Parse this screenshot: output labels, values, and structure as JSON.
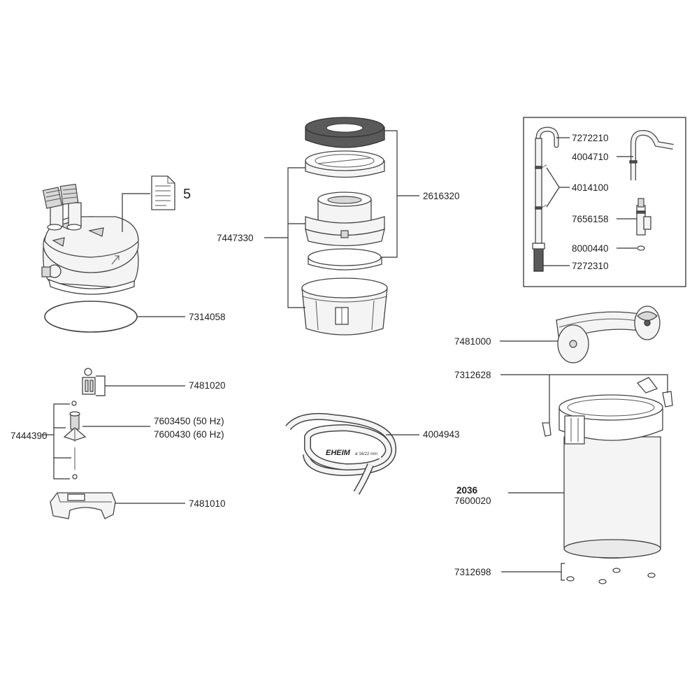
{
  "labels": {
    "doc_number": "5",
    "p7314058": "7314058",
    "p7447330": "7447330",
    "p2616320": "2616320",
    "p7481020": "7481020",
    "p7444390": "7444390",
    "p7603450": "7603450 (50 Hz)",
    "p7600430": "7600430 (60 Hz)",
    "p7481010": "7481010",
    "p4004943": "4004943",
    "p7272210": "7272210",
    "p4004710": "4004710",
    "p4014100": "4014100",
    "p7656158": "7656158",
    "p8000440": "8000440",
    "p7272310": "7272310",
    "p7481000": "7481000",
    "p7312628": "7312628",
    "p2036": "2036",
    "p7600020": "7600020",
    "p7312698": "7312698"
  },
  "hose_brand": "EHEIM",
  "hose_size": "ø 16/22 mm",
  "icons": [
    "document-icon"
  ]
}
